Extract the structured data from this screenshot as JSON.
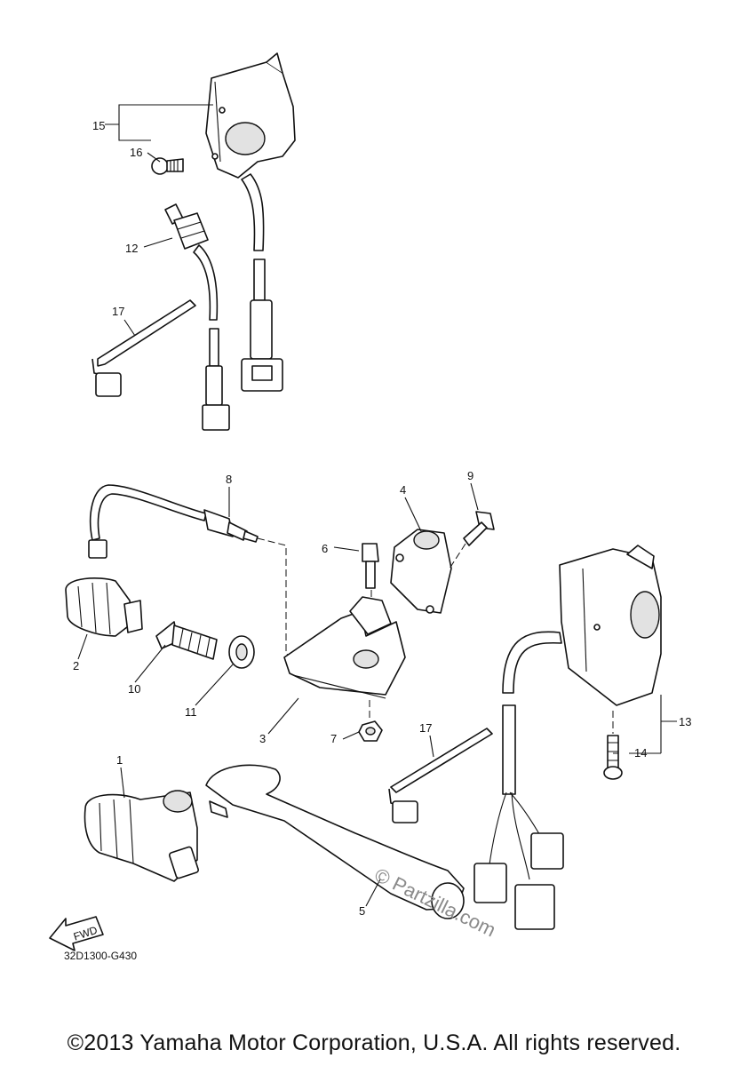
{
  "callouts": {
    "c1": "1",
    "c2": "2",
    "c3": "3",
    "c4": "4",
    "c5": "5",
    "c6": "6",
    "c7": "7",
    "c8": "8",
    "c9": "9",
    "c10": "10",
    "c11": "11",
    "c12": "12",
    "c13": "13",
    "c14": "14",
    "c15": "15",
    "c16": "16",
    "c17a": "17",
    "c17b": "17"
  },
  "fwd_label": "FWD",
  "diagram_code": "32D1300-G430",
  "watermark": "© Partzilla.com",
  "copyright": "©2013 Yamaha Motor Corporation, U.S.A. All rights reserved."
}
